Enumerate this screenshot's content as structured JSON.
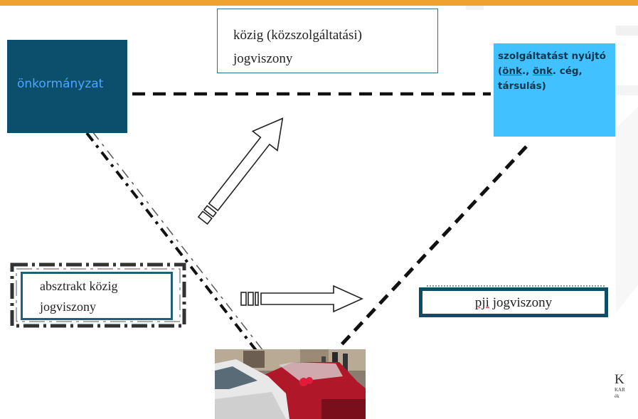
{
  "colors": {
    "accent_bar": "#f0a22e",
    "onkormanyzat_fill": "#0b4f6c",
    "onkormanyzat_text": "#4aa6ff",
    "szolgaltato_fill": "#41c1ff",
    "border_dark": "#114c66"
  },
  "nodes": {
    "onkormanyzat": "önkormányzat",
    "kozig_line1": "közig (közszolgáltatási)",
    "kozig_line2": "jogviszony",
    "szolg_line1": "szolgáltatást nyújtó",
    "szolg_line2_open": "(",
    "szolg_line2_onk1": "önk",
    "szolg_line2_mid": "., ",
    "szolg_line2_onk2": "önk",
    "szolg_line2_end": ". cég,",
    "szolg_line3": "társulás)",
    "absztrakt_line1": "absztrakt közig",
    "absztrakt_line2": "jogviszony",
    "pji_underlined": "pji",
    "pji_rest": " jogviszony"
  },
  "brand": {
    "letter": "K",
    "line1": "KAR",
    "line2": "ék"
  },
  "icons": {
    "arrow_up": "hollow-arrow-up-right-icon",
    "arrow_right": "hollow-arrow-right-icon"
  }
}
